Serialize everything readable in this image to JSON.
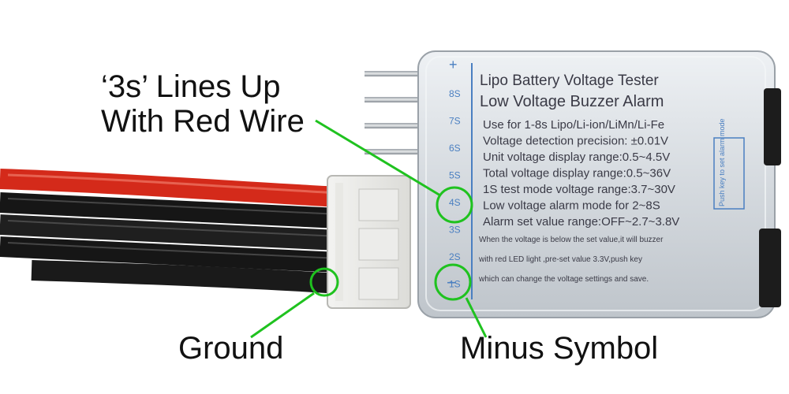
{
  "callouts": {
    "three_s_line1": "‘3s’ Lines Up",
    "three_s_line2": "With Red Wire",
    "ground": "Ground",
    "minus": "Minus Symbol"
  },
  "device_label": {
    "title1": "Lipo Battery Voltage Tester",
    "title2": "Low Voltage Buzzer Alarm",
    "lines": [
      "Use for 1-8s Lipo/Li-ion/LiMn/Li-Fe",
      "Voltage detection precision: ±0.01V",
      "Unit voltage display range:0.5~4.5V",
      "Total voltage display range:0.5~36V",
      "1S test mode voltage range:3.7~30V",
      "Low voltage alarm mode for 2~8S",
      "Alarm set value range:OFF~2.7~3.8V"
    ],
    "small_lines": [
      "When the voltage is below the set value,it will buzzer",
      "with red LED light ,pre-set value 3.3V,push key",
      "which can change the voltage settings and save."
    ],
    "pin_labels": [
      "8S",
      "7S",
      "6S",
      "5S",
      "4S",
      "3S",
      "2S",
      "1S"
    ],
    "plus_symbol": "+",
    "minus_symbol": "−",
    "side_text": "Push key to set alarm mode"
  },
  "colors": {
    "callout_line": "#1fc21f",
    "wire_red": "#d42a1a",
    "wire_black": "#1a1a1a",
    "device_body": "#d6dbe0",
    "label_text": "#3a3a46",
    "scale_blue": "#4a7fc1"
  }
}
